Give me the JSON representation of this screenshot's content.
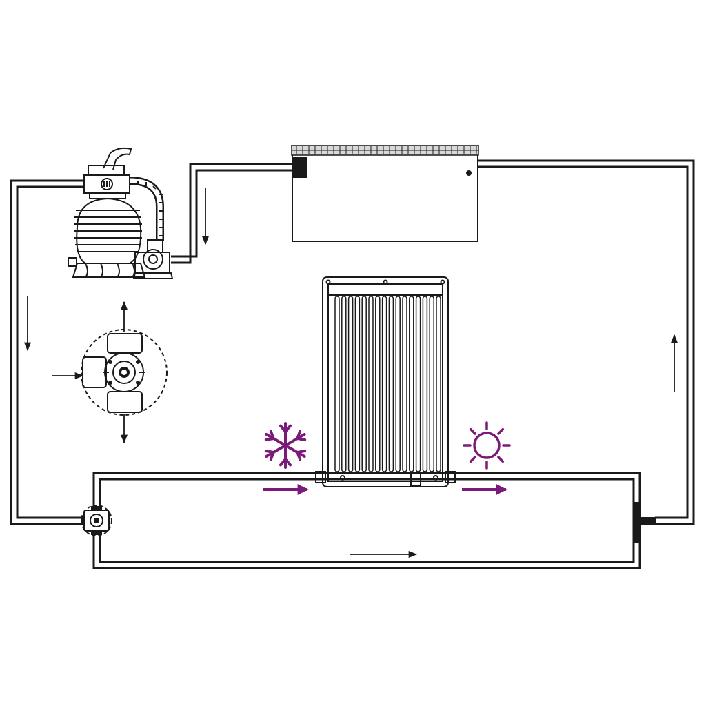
{
  "diagram": {
    "components": [
      {
        "id": "sand-filter-pump",
        "kind": "sand filter with pump"
      },
      {
        "id": "pool",
        "kind": "pool"
      },
      {
        "id": "solar-panel",
        "kind": "solar heating panel"
      },
      {
        "id": "bypass-valve",
        "kind": "three-way valve"
      },
      {
        "id": "valve-detail",
        "kind": "valve detail view"
      },
      {
        "id": "return-inlet",
        "kind": "pipe connector"
      }
    ],
    "flow_arrows": [
      {
        "id": "flow-down-left",
        "direction": "down"
      },
      {
        "id": "flow-down-center",
        "direction": "down"
      },
      {
        "id": "flow-up-right",
        "direction": "up"
      },
      {
        "id": "flow-right-bottom",
        "direction": "right"
      },
      {
        "id": "cold-inflow",
        "direction": "right"
      },
      {
        "id": "warm-outflow",
        "direction": "right"
      }
    ],
    "icons": {
      "cold": "snowflake-icon",
      "warm": "sun-icon"
    },
    "colors": {
      "line": "#1a1a1a",
      "accent": "#7b1a78",
      "background": "#ffffff"
    }
  }
}
